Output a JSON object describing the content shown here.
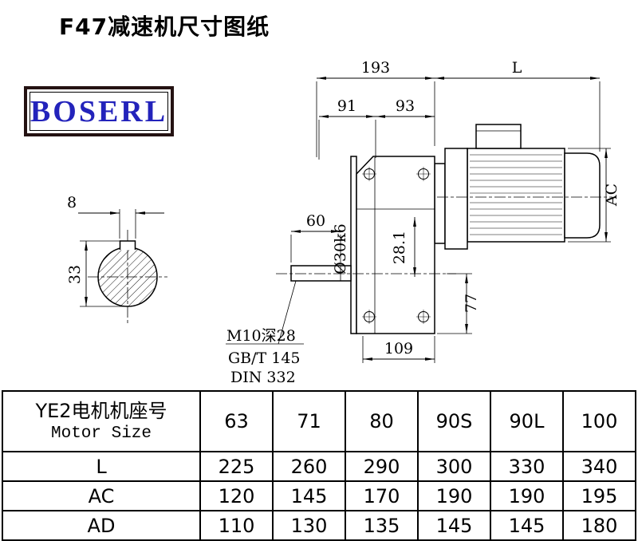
{
  "page": {
    "title": "F47减速机尺寸图纸",
    "logo_text": "BOSERL"
  },
  "drawing": {
    "dim_labels": {
      "top_width": "193",
      "motor_length": "L",
      "seg_91": "91",
      "seg_93": "93",
      "shaft_length": "60",
      "shaft_diameter": "Ø30k6",
      "bore_dim": "28.1",
      "motor_diameter": "AC",
      "center_height": "77",
      "body_width": "109",
      "keyway_width": "8",
      "section_height": "33"
    },
    "notes": [
      "M10深28",
      "GB/T 145",
      "DIN 332"
    ]
  },
  "table": {
    "header": {
      "motor_size_cn": "YE2电机机座号",
      "motor_size_en": "Motor Size",
      "sizes": [
        "63",
        "71",
        "80",
        "90S",
        "90L",
        "100"
      ]
    },
    "rows": [
      {
        "label": "L",
        "values": [
          "225",
          "260",
          "290",
          "300",
          "330",
          "340"
        ]
      },
      {
        "label": "AC",
        "values": [
          "120",
          "145",
          "170",
          "190",
          "190",
          "195"
        ]
      },
      {
        "label": "AD",
        "values": [
          "110",
          "130",
          "135",
          "145",
          "145",
          "180"
        ]
      }
    ]
  }
}
